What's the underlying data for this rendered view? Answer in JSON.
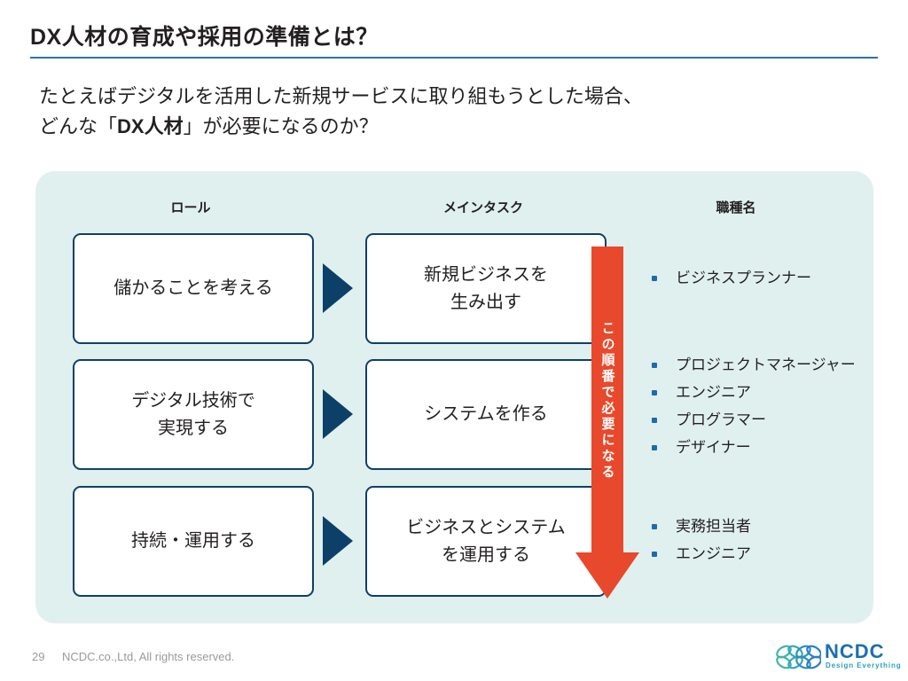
{
  "slide": {
    "title": "DX人材の育成や採用の準備とは？",
    "lead_line1": "たとえばデジタルを活用した新規サービスに取り組もうとした場合、",
    "lead_line2_pre": "どんな「",
    "lead_line2_em": "DX人材",
    "lead_line2_post": "」が必要になるのか？"
  },
  "diagram": {
    "headers": {
      "role": "ロール",
      "task": "メインタスク",
      "jobtitle": "職種名"
    },
    "rows": [
      {
        "role": "儲かることを考える",
        "task_line1": "新規ビジネスを",
        "task_line2": "生み出す",
        "jobs": [
          "ビジネスプランナー"
        ]
      },
      {
        "role_line1": "デジタル技術で",
        "role_line2": "実現する",
        "task": "システムを作る",
        "jobs": [
          "プロジェクトマネージャー",
          "エンジニア",
          "プログラマー",
          "デザイナー"
        ]
      },
      {
        "role": "持続・運用する",
        "task_line1": "ビジネスとシステム",
        "task_line2": "を運用する",
        "jobs": [
          "実務担当者",
          "エンジニア"
        ]
      }
    ],
    "arrow_label": "この順番で必要になる"
  },
  "footer": {
    "page_number": "29",
    "copyright": "NCDC.co.,Ltd, All rights reserved."
  },
  "logo": {
    "wordmark": "NCDC",
    "tagline": "Design Everything"
  },
  "colors": {
    "panel_bg": "#e0f0ef",
    "box_border": "#0d4068",
    "triangle": "#0d4068",
    "red_arrow": "#e8482b",
    "title_rule": "#2e72a8",
    "bullet": "#1b6ca8",
    "logo_blue": "#1b6fb0",
    "logo_teal": "#27a3b8"
  }
}
